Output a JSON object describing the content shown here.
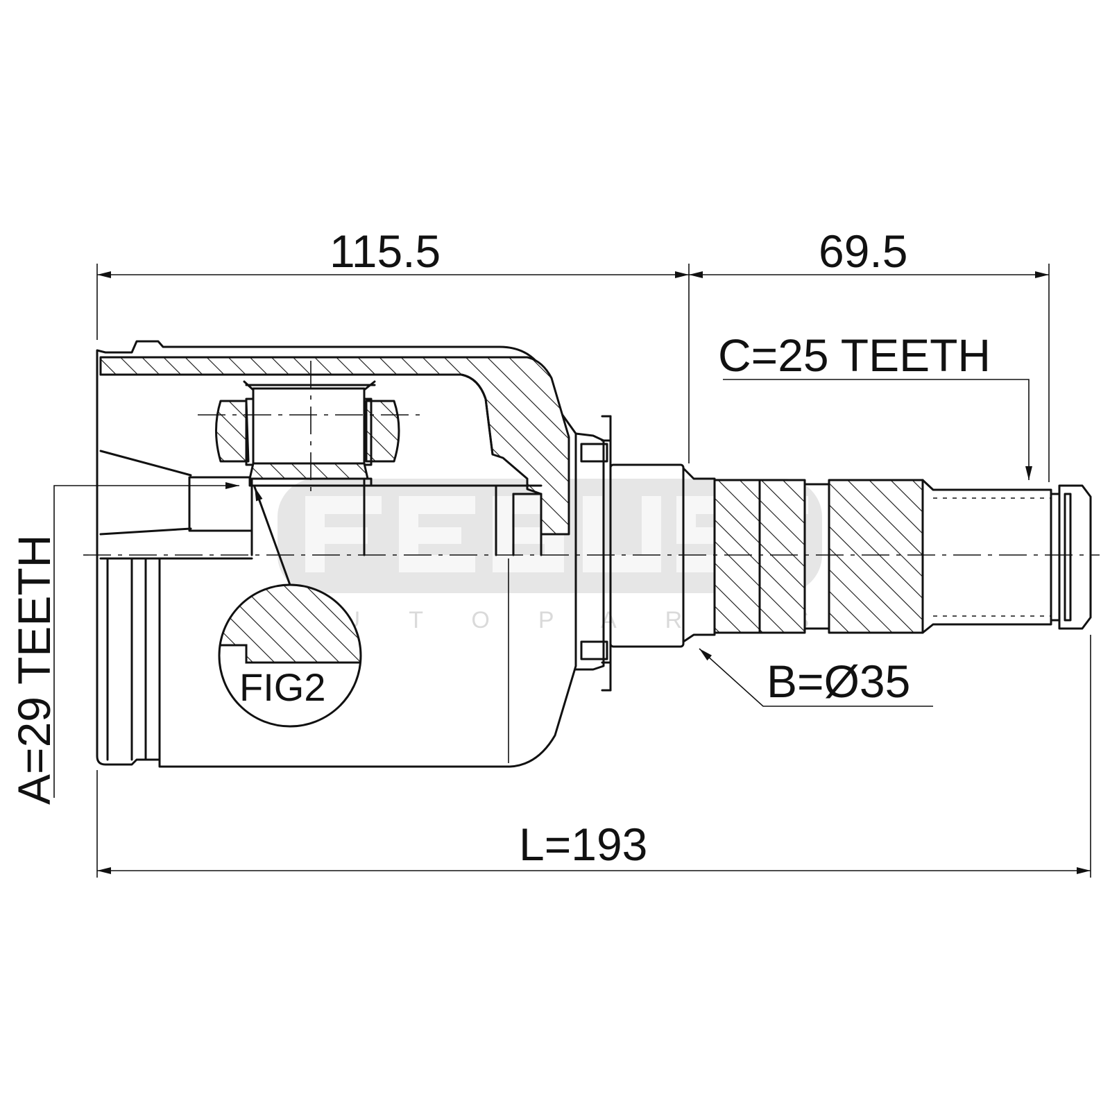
{
  "dimensions": {
    "housing_length": "115.5",
    "shaft_length": "69.5",
    "total_length": "L=193"
  },
  "callouts": {
    "outer_spline": "A=29 TEETH",
    "shaft_spline": "C=25 TEETH",
    "shaft_diameter": "B=Ø35",
    "detail_figure": "FIG2"
  },
  "colors": {
    "line": "#111111",
    "background": "#ffffff",
    "watermark": "#d6d6d6"
  }
}
